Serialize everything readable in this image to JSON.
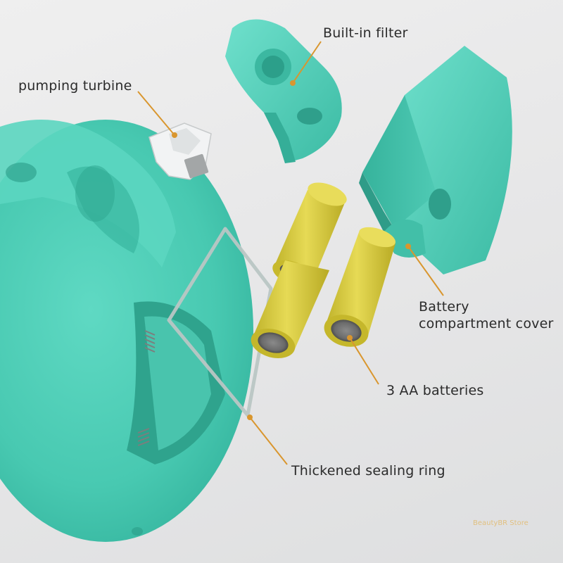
{
  "labels": {
    "built_in_filter": "Built-in filter",
    "pumping_turbine": "pumping turbine",
    "battery_cover_line1": "Battery",
    "battery_cover_line2": "compartment cover",
    "batteries": "3 AA batteries",
    "sealing_ring": "Thickened sealing ring"
  },
  "watermark": "BeautyBR Store",
  "colors": {
    "body_teal": "#4fcfb8",
    "battery_yellow": "#d9cc3c",
    "leader_line": "#d9962e",
    "label_text": "#2b2b2b",
    "background": "#e9e9ea"
  }
}
